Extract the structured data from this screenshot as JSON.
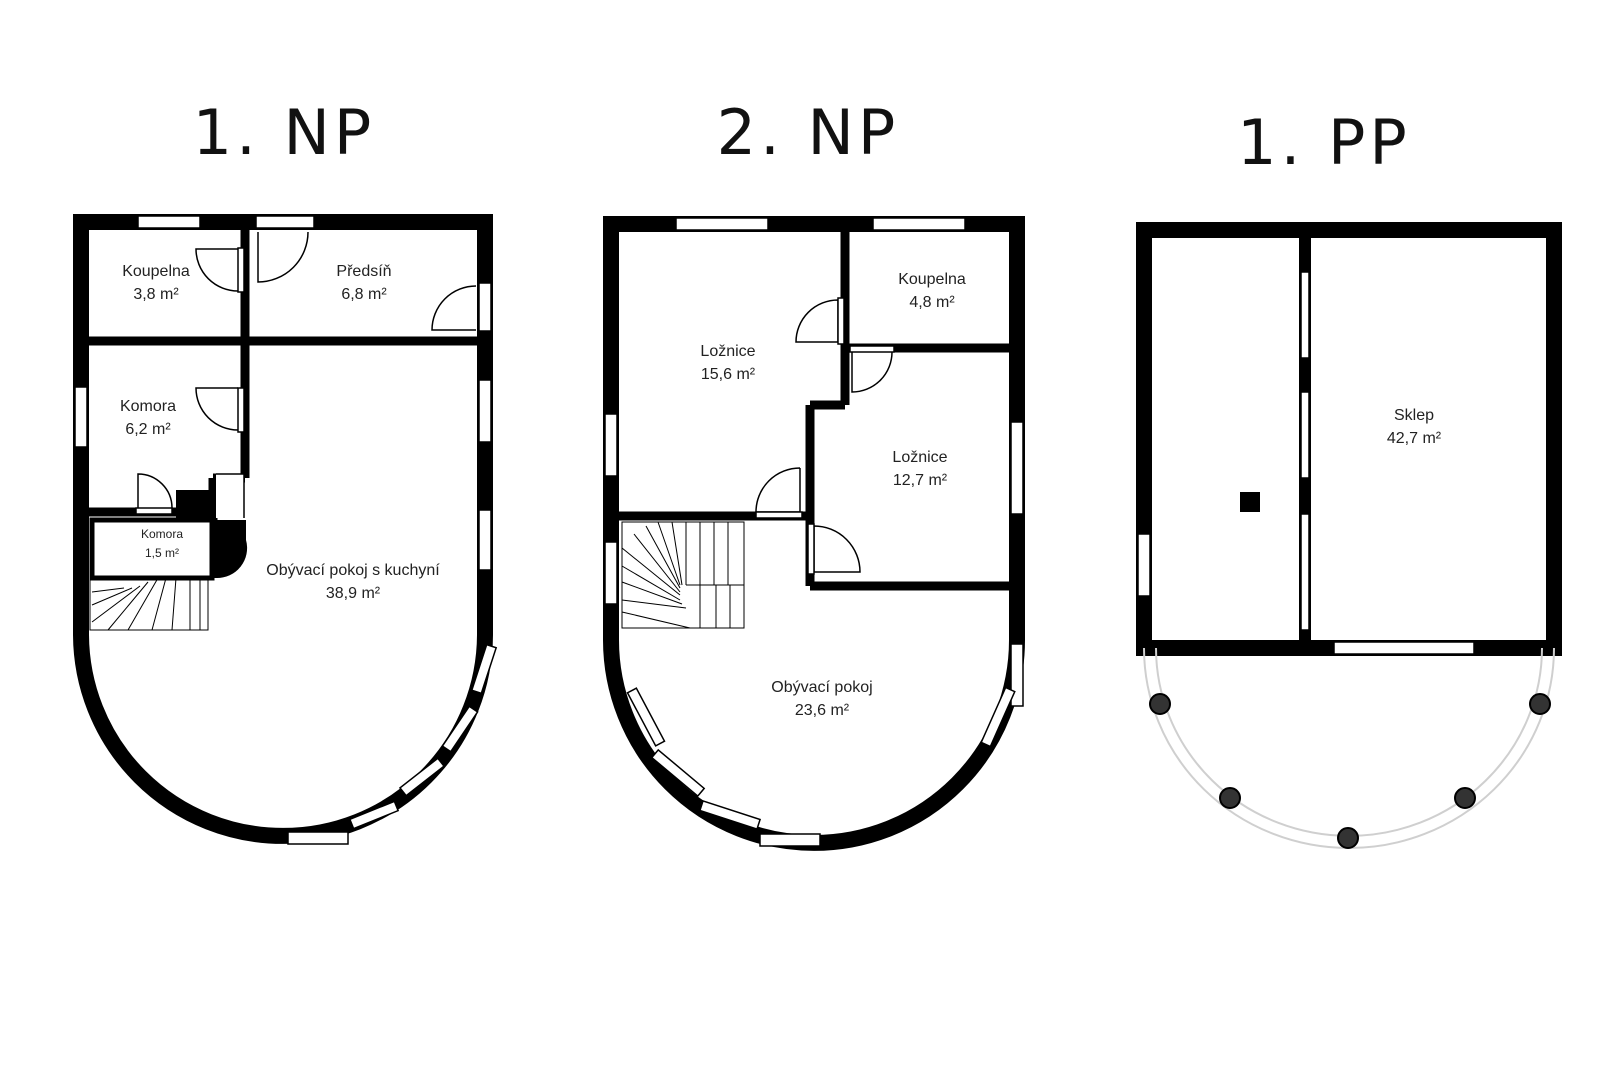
{
  "floors": [
    {
      "title": "1. NP",
      "rooms": [
        {
          "name": "Koupelna",
          "area": "3,8 m²"
        },
        {
          "name": "Předsíň",
          "area": "6,8 m²"
        },
        {
          "name": "Komora",
          "area": "6,2 m²"
        },
        {
          "name": "Komora",
          "area": "1,5 m²"
        },
        {
          "name": "Obývací pokoj s kuchyní",
          "area": "38,9 m²"
        }
      ]
    },
    {
      "title": "2. NP",
      "rooms": [
        {
          "name": "Koupelna",
          "area": "4,8 m²"
        },
        {
          "name": "Ložnice",
          "area": "15,6 m²"
        },
        {
          "name": "Ložnice",
          "area": "12,7 m²"
        },
        {
          "name": "Obývací pokoj",
          "area": "23,6 m²"
        }
      ]
    },
    {
      "title": "1. PP",
      "rooms": [
        {
          "name": "Sklep",
          "area": "42,7 m²"
        }
      ]
    }
  ]
}
